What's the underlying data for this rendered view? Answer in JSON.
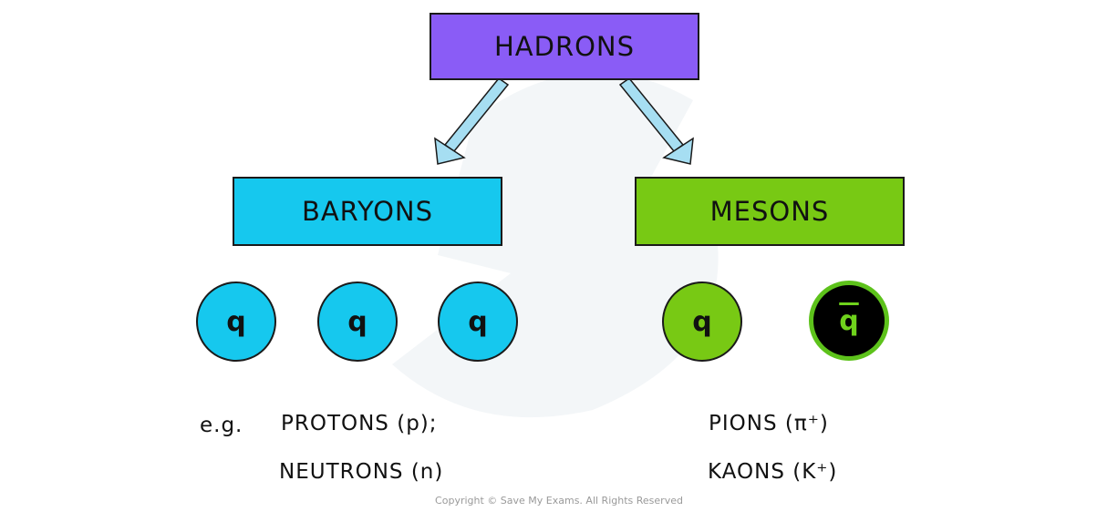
{
  "colors": {
    "hadrons": "#8a5cf6",
    "baryons": "#16c8ee",
    "mesons": "#78c914",
    "antiquark_fill": "#000000",
    "antiquark_text": "#6fd21c",
    "arrow": "#a6def2"
  },
  "top": {
    "label": "HADRONS"
  },
  "branches": [
    {
      "label": "BARYONS",
      "quarks": [
        "q",
        "q",
        "q"
      ],
      "examples": [
        "PROTONS  (p);",
        "NEUTRONS  (n)"
      ]
    },
    {
      "label": "MESONS",
      "quarks": [
        "q",
        "q"
      ],
      "examples": [
        "PIONS  (π⁺)",
        "KAONS  (K⁺)"
      ]
    }
  ],
  "eg_label": "e.g.",
  "copyright": "Copyright © Save My Exams. All Rights Reserved"
}
